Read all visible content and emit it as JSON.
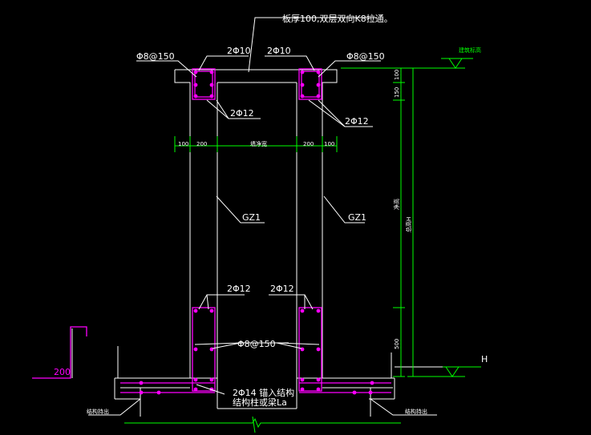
{
  "drawing": {
    "labels": {
      "top_note": "板厚100,双层双向K8拉通。",
      "top_bar_left": "2Φ10",
      "top_bar_right": "2Φ10",
      "stirrup_top_left": "Φ8@150",
      "stirrup_top_right": "Φ8@150",
      "mid_bar_left": "2Φ12",
      "mid_bar_right": "2Φ12",
      "col_left": "GZ1",
      "col_right": "GZ1",
      "low_bar_left": "2Φ12",
      "low_bar_right": "2Φ12",
      "stirrup_bottom": "Φ8@150",
      "anchor_note_1": "2Φ14 锚入结构",
      "anchor_note_2": "结构柱或梁La",
      "struct_label_left": "结构持出",
      "struct_label_right": "结构持出",
      "level_top": "建筑标高",
      "level_bottom": "H",
      "mag_label": "200"
    },
    "dims": {
      "seg_100_left": "100",
      "seg_200_left": "200",
      "seg_mid": "墙净宽",
      "seg_200_right": "200",
      "seg_100_right": "100",
      "v_100": "100",
      "v_150": "150",
      "v_mid": "净高",
      "v_total": "总高H",
      "v_500": "500"
    },
    "colors": {
      "background": "#000000",
      "outline": "#ffffff",
      "rebar": "#ff00ff",
      "dimension": "#00ff00"
    }
  }
}
